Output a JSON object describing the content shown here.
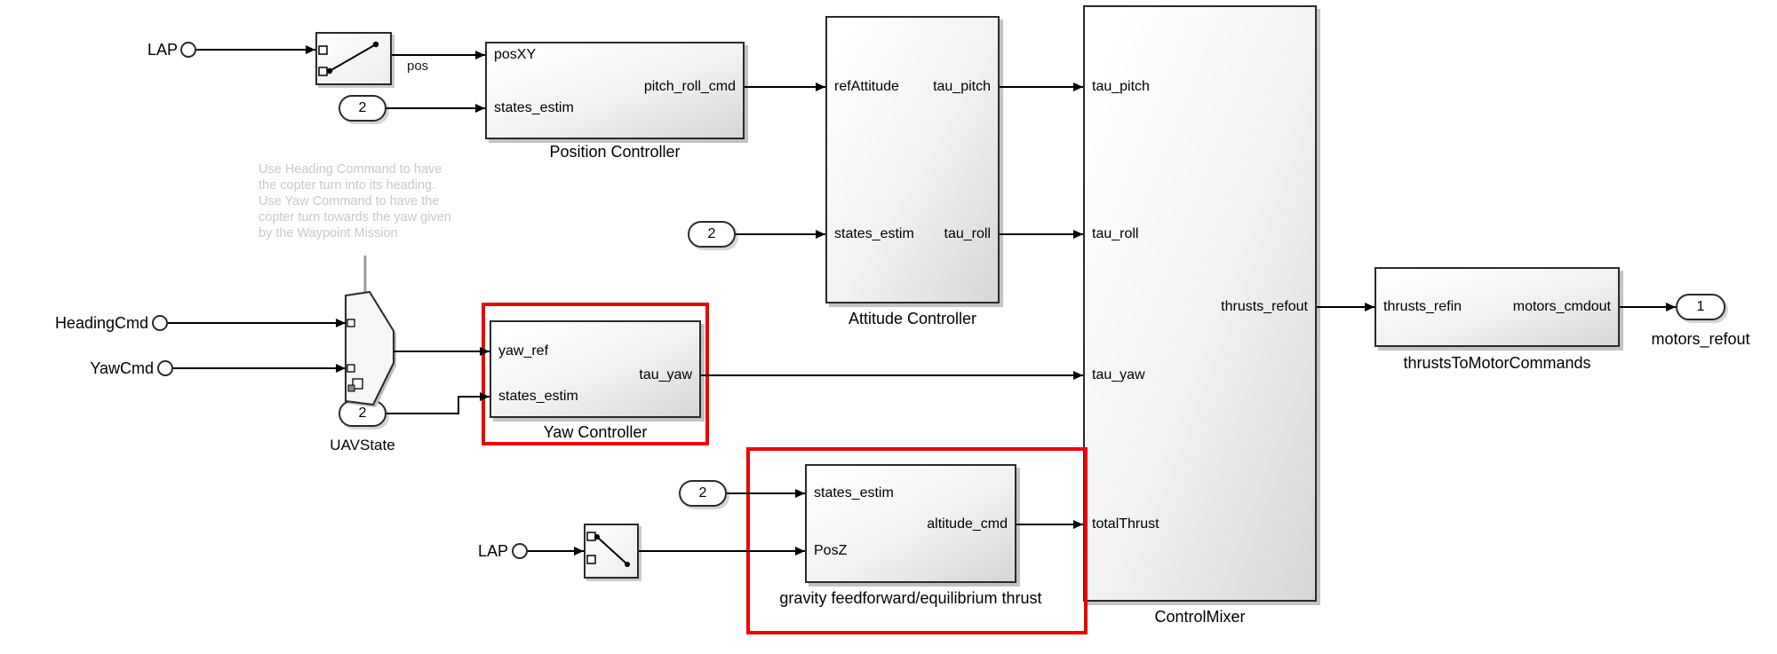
{
  "diagram": {
    "blocks": {
      "position_controller": {
        "name": "Position Controller",
        "in1": "posXY",
        "in2": "states_estim",
        "out1": "pitch_roll_cmd"
      },
      "attitude_controller": {
        "name": "Attitude Controller",
        "in1": "refAttitude",
        "in2": "states_estim",
        "out1": "tau_pitch",
        "out2": "tau_roll"
      },
      "control_mixer": {
        "name": "ControlMixer",
        "in1": "tau_pitch",
        "in2": "tau_roll",
        "in3": "tau_yaw",
        "in4": "totalThrust",
        "out1": "thrusts_refout"
      },
      "thrusts_to_motor_commands": {
        "name": "thrustsToMotorCommands",
        "in1": "thrusts_refin",
        "out1": "motors_cmdout"
      },
      "yaw_controller": {
        "name": "Yaw Controller",
        "in1": "yaw_ref",
        "in2": "states_estim",
        "out1": "tau_yaw"
      },
      "gravity_feedforward": {
        "name": "gravity feedforward/equilibrium thrust",
        "in1": "states_estim",
        "in2": "PosZ",
        "out1": "altitude_cmd"
      }
    },
    "inports": {
      "lap_top": "LAP",
      "heading_cmd": "HeadingCmd",
      "yaw_cmd": "YawCmd",
      "lap_bottom": "LAP"
    },
    "outport": {
      "number": "1",
      "label": "motors_refout"
    },
    "badges": {
      "states_estim_pos": "2",
      "states_estim_att": "2",
      "uav_state_num": "2",
      "uav_state_label": "UAVState",
      "states_estim_grav": "2"
    },
    "signal_labels": {
      "pos": "pos"
    },
    "comment": {
      "line1": "Use Heading Command to have",
      "line2": "the copter turn into its heading.",
      "line3": "Use Yaw Command to have the",
      "line4": "copter turn towards the yaw given",
      "line5": "by the Waypoint Mission"
    },
    "colors": {
      "highlight_red": "#ee0000",
      "wire": "#000000",
      "comment_gray": "#c8c8c8"
    }
  }
}
